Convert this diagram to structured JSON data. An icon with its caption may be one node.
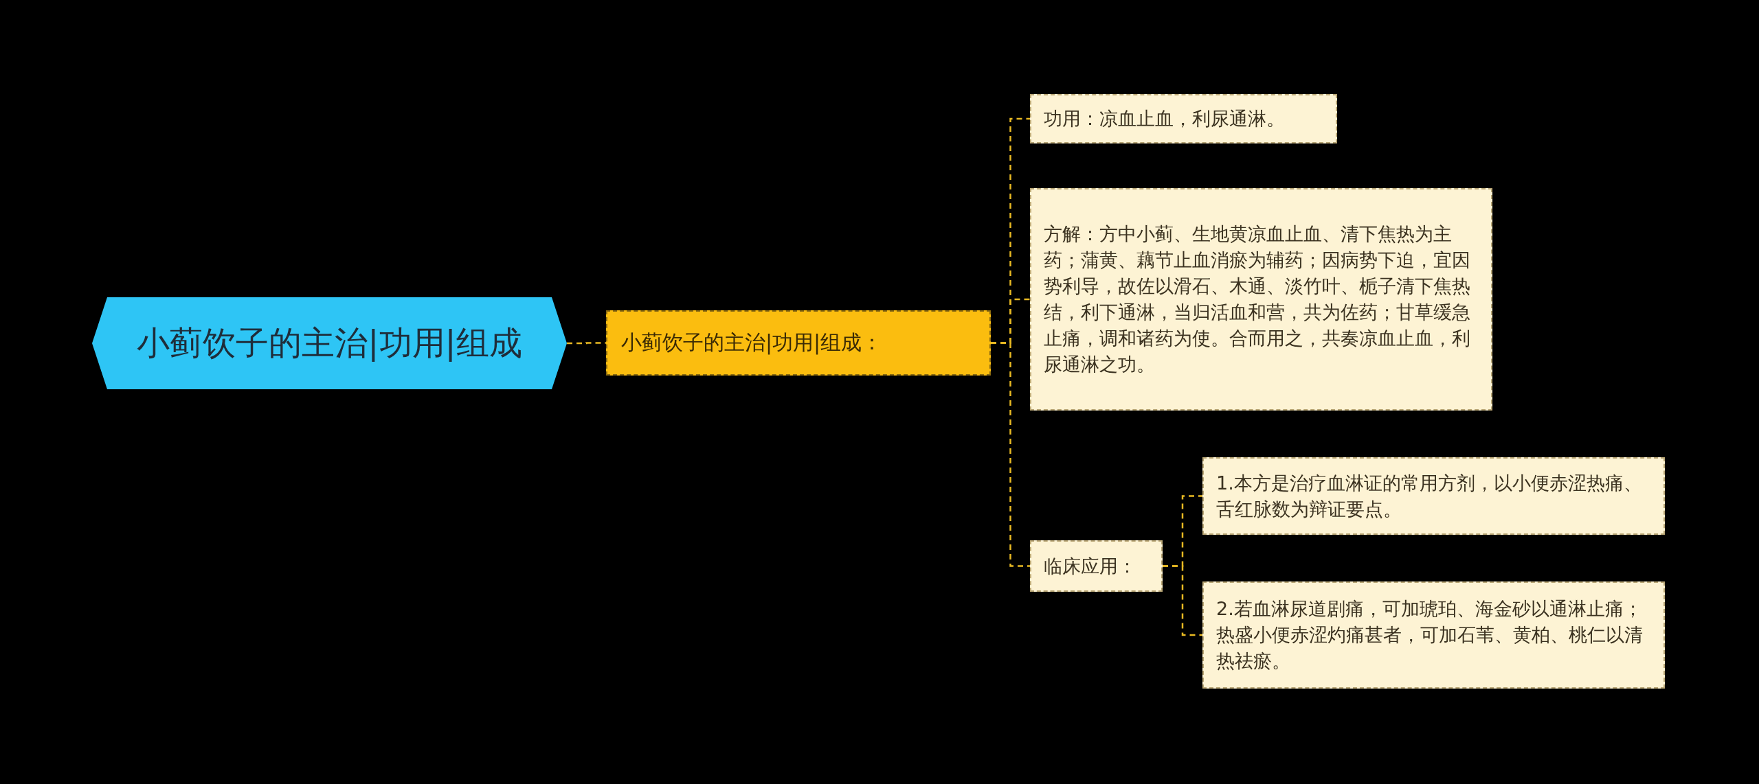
{
  "diagram": {
    "nodes": [
      {
        "text": [
          "小蓟饮子的主治|功用|组成"
        ]
      },
      {
        "text": [
          "小蓟饮子的主治|功用|组成："
        ]
      },
      {
        "text": [
          "功用：凉血止血，利尿通淋。"
        ]
      },
      {
        "text": [
          "方解：方中小蓟、生地黄凉血止血、清下焦热为主药；蒲黄、藕节止血消瘀为辅药；因病势下迫，宜因势利导，故佐以滑石、木通、淡竹叶、栀子清下焦热结，利下通淋，当归活血和营，共为佐药；甘草缓急止痛，调和诸药为使。合而用之，共奏凉血止血，利尿通淋之功。"
        ]
      },
      {
        "text": [
          "临床应用："
        ]
      },
      {
        "text": [
          "1.本方是治疗血淋证的常用方剂，以小便赤涩热痛、舌红脉数为辩证要点。"
        ]
      },
      {
        "text": [
          "2.若血淋尿道剧痛，可加琥珀、海金砂以通淋止痛；热盛小便赤涩灼痛甚者，可加石苇、黄柏、桃仁以清热祛瘀。"
        ]
      }
    ],
    "edges": [
      {
        "from": 0,
        "to": 1,
        "arrow": "none",
        "style": "dashed"
      },
      {
        "from": 1,
        "to": 2,
        "arrow": "none",
        "style": "dashed"
      },
      {
        "from": 1,
        "to": 3,
        "arrow": "none",
        "style": "dashed"
      },
      {
        "from": 1,
        "to": 4,
        "arrow": "none",
        "style": "dashed"
      },
      {
        "from": 4,
        "to": 5,
        "arrow": "none",
        "style": "dashed"
      },
      {
        "from": 4,
        "to": 6,
        "arrow": "none",
        "style": "dashed"
      }
    ]
  }
}
